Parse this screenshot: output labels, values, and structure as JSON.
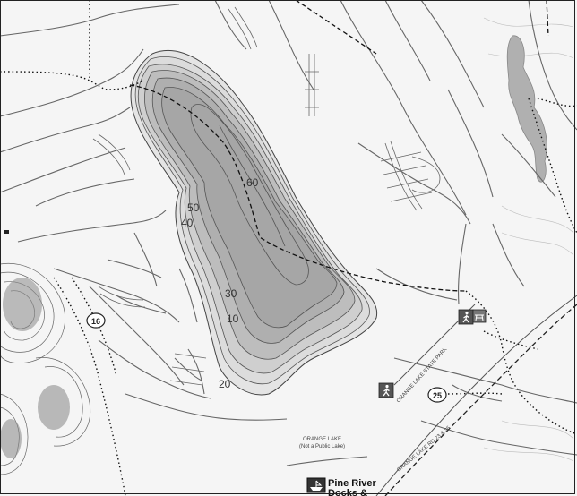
{
  "map": {
    "depth_labels": [
      "60",
      "50",
      "40",
      "30",
      "10",
      "20"
    ],
    "route_shields": [
      "16",
      "25"
    ],
    "lake_label_line1": "ORANGE LAKE",
    "lake_label_line2": "(Not a Public Lake)",
    "road_label_1": "ORANGE LAKE STATE PARK",
    "road_label_2": "ORANGE LAKE RD 23 & 25",
    "poi_name_line1": "Pine River",
    "poi_name_line2": "Docks &",
    "colors": {
      "deep_water": "#a9a9a9",
      "shallow_water": "#d6d6d6",
      "land": "#f4f4f4",
      "road": "#777777",
      "boundary": "#111111",
      "contour": "#555555"
    },
    "icons": [
      "hiker-icon",
      "hiker-icon",
      "boat-launch-icon",
      "route-shield-icon"
    ]
  }
}
